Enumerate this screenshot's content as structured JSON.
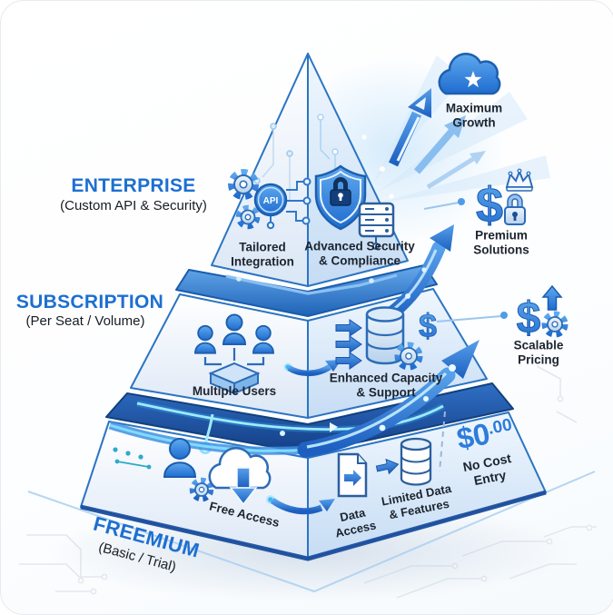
{
  "tiers": {
    "enterprise": {
      "name": "ENTERPRISE",
      "qualifier": "(Custom API & Security)",
      "features": {
        "tailored": {
          "lines": [
            "Tailored",
            "Integration"
          ]
        },
        "security": {
          "lines": [
            "Advanced Security",
            "& Compliance"
          ]
        }
      }
    },
    "subscription": {
      "name": "SUBSCRIPTION",
      "qualifier": "(Per Seat / Volume)",
      "features": {
        "users": {
          "lines": [
            "Multiple Users"
          ]
        },
        "capacity": {
          "lines": [
            "Enhanced Capacity",
            "& Support"
          ]
        }
      }
    },
    "freemium": {
      "name": "FREEMIUM",
      "qualifier": "(Basic / Trial)",
      "features": {
        "free_access": {
          "lines": [
            "Free Access"
          ]
        },
        "data_access": {
          "lines": [
            "Data",
            "Access"
          ]
        },
        "limited": {
          "lines": [
            "Limited Data",
            "& Features"
          ]
        },
        "no_cost": {
          "lines": [
            "No Cost",
            "Entry"
          ]
        }
      },
      "price": {
        "main": "$0",
        "cents": ".00"
      }
    }
  },
  "callouts": {
    "growth": {
      "lines": [
        "Maximum",
        "Growth"
      ]
    },
    "premium": {
      "lines": [
        "Premium",
        "Solutions"
      ]
    },
    "scalable": {
      "lines": [
        "Scalable",
        "Pricing"
      ]
    }
  },
  "badges": {
    "api": "API"
  },
  "glyphs": {
    "dollar": "$"
  },
  "colors": {
    "accent_blue": "#2f7fe0",
    "band_blue": "#1e62b6",
    "dark_navy_band": "#143e85",
    "title_blue": "#1d6fd1",
    "price_blue": "#2e7cdb",
    "text_dark": "#1c242f",
    "glow_cyan": "#9fe9ff",
    "teal_dots": "#2fa9c9"
  }
}
